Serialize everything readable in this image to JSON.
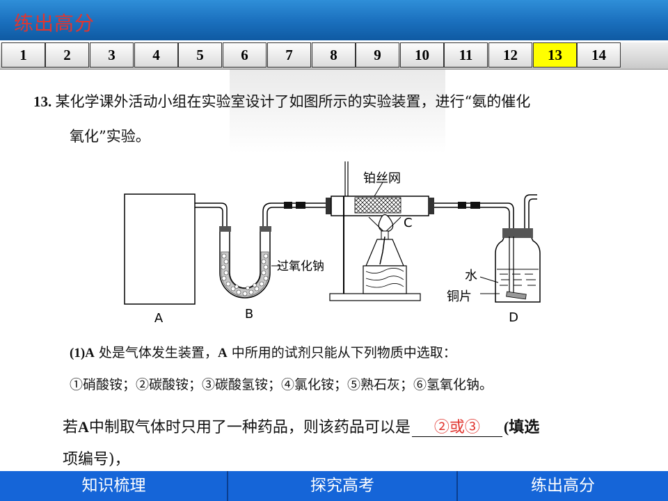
{
  "header": {
    "title": "练出高分"
  },
  "tabs": [
    "1",
    "2",
    "3",
    "4",
    "5",
    "6",
    "7",
    "8",
    "9",
    "10",
    "11",
    "12",
    "13",
    "14"
  ],
  "active_tab": "13",
  "question": {
    "number": "13",
    "line1": "某化学课外活动小组在实验室设计了如图所示的实验装置，进行“氨的催化",
    "line2": "氧化”实验。"
  },
  "diagram": {
    "label_a": "A",
    "label_b": "B",
    "label_c": "C",
    "label_d": "D",
    "platinum_mesh": "铂丝网",
    "sodium_peroxide": "过氧化钠",
    "water": "水",
    "copper": "铜片"
  },
  "part1": {
    "num": "(1)",
    "a1": "A",
    "line1_text": " 处是气体发生装置，",
    "a2": "A",
    "line1_rest": " 中所用的试剂只能从下列物质中选取：",
    "options": "①硝酸铵；②碳酸铵；③碳酸氢铵；④氯化铵；⑤熟石灰；⑥氢氧化钠。",
    "q_prefix": "若",
    "q_a": "A",
    "q_text": "中制取气体时只用了一种药品，则该药品可以是",
    "answer": "②或③",
    "q_suffix": "(填选",
    "q_line2": "项编号)，"
  },
  "footer": {
    "btn1": "知识梳理",
    "btn2": "探究高考",
    "btn3": "练出高分"
  },
  "colors": {
    "header_blue": "#1a6fbd",
    "title_red": "#e1352f",
    "active_tab": "#ffff00",
    "footer_blue": "#1565d8",
    "answer_red": "#e1352f"
  }
}
